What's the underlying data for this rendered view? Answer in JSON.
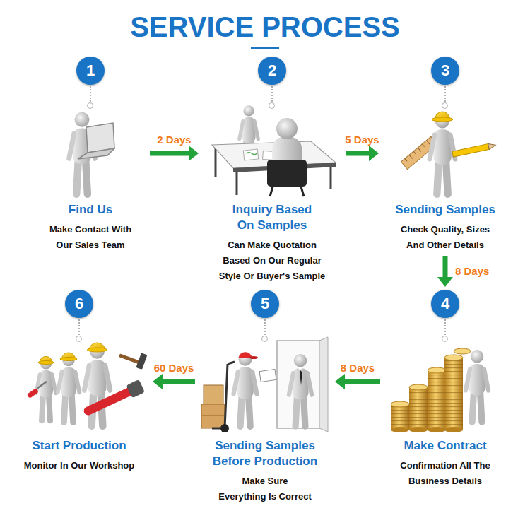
{
  "diagram": {
    "title": "SERVICE PROCESS",
    "nodes": [
      {
        "text": [
          "1",
          "Find Us",
          "Make Contact With Our Sales Team"
        ]
      },
      {
        "text": [
          "2",
          "Inquiry Based On Samples",
          "Can Make Quotation Based On Our Regular Style Or Buyer's Sample"
        ]
      },
      {
        "text": [
          "3",
          "Sending Samples",
          "Check Quality, Sizes And Other Details"
        ]
      },
      {
        "text": [
          "4",
          "Make Contract",
          "Confirmation All The Business Details"
        ]
      },
      {
        "text": [
          "5",
          "Sending Samples Before Production",
          "Make Sure Everything Is Correct"
        ]
      },
      {
        "text": [
          "6",
          "Start Production",
          "Monitor In Our Workshop"
        ]
      }
    ],
    "edges": [
      {
        "from": 0,
        "to": 1,
        "label": "2 Days",
        "arrow": "to"
      },
      {
        "from": 1,
        "to": 2,
        "label": "5 Days",
        "arrow": "to"
      },
      {
        "from": 2,
        "to": 3,
        "label": "8 Days",
        "arrow": "to"
      },
      {
        "from": 3,
        "to": 4,
        "label": "8 Days",
        "arrow": "to"
      },
      {
        "from": 4,
        "to": 5,
        "label": "60 Days",
        "arrow": "to"
      }
    ]
  }
}
